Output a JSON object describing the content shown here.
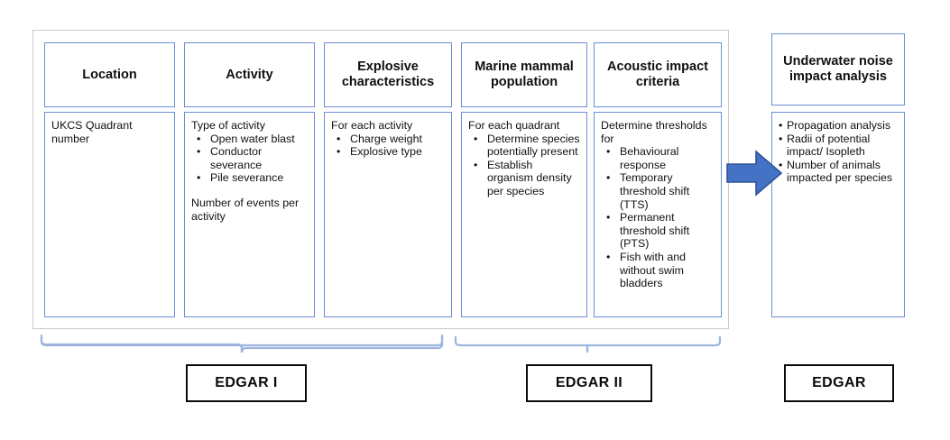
{
  "diagram": {
    "title_boxes": [
      {
        "id": "location",
        "label": "Location"
      },
      {
        "id": "activity",
        "label": "Activity"
      },
      {
        "id": "explosive",
        "label": "Explosive characteristics"
      },
      {
        "id": "marine",
        "label": "Marine mammal population"
      },
      {
        "id": "acoustic",
        "label": "Acoustic impact criteria"
      },
      {
        "id": "underwater",
        "label": "Underwater noise impact analysis"
      }
    ],
    "columns": [
      {
        "id": "location",
        "header": "Location",
        "lead": "UKCS Quadrant number",
        "bullets": [],
        "lead2": "",
        "bullet_style": "indent"
      },
      {
        "id": "activity",
        "header": "Activity",
        "lead": "Type of activity",
        "bullets": [
          "Open water blast",
          "Conductor severance",
          "Pile severance"
        ],
        "lead2": "Number of events per activity",
        "bullet_style": "indent"
      },
      {
        "id": "explosive",
        "header": "Explosive characteristics",
        "lead": "For each activity",
        "bullets": [
          "Charge weight",
          "Explosive type"
        ],
        "lead2": "",
        "bullet_style": "indent"
      },
      {
        "id": "marine",
        "header": "Marine mammal population",
        "lead": "For each quadrant",
        "bullets": [
          "Determine species potentially present",
          "Establish organism density per species"
        ],
        "lead2": "",
        "bullet_style": "indent"
      },
      {
        "id": "acoustic",
        "header": "Acoustic impact criteria",
        "lead": "Determine thresholds for",
        "bullets": [
          "Behavioural response",
          "Temporary threshold shift (TTS)",
          "Permanent threshold shift (PTS)",
          "Fish with and without swim bladders"
        ],
        "lead2": "",
        "bullet_style": "indent"
      },
      {
        "id": "underwater",
        "header": "Underwater noise impact analysis",
        "lead": "",
        "bullets": [
          "Propagation analysis",
          "Radii of potential impact/ Isopleth",
          "Number of animals impacted per species"
        ],
        "lead2": "",
        "bullet_style": "tight"
      }
    ],
    "stage_labels": [
      {
        "id": "edgar-1",
        "label": "EDGAR I"
      },
      {
        "id": "edgar-2",
        "label": "EDGAR II"
      },
      {
        "id": "edgar-3",
        "label": "EDGAR"
      }
    ],
    "arrow": {
      "name": "flow-arrow-right",
      "direction": "right"
    },
    "colors": {
      "box_border": "#6b8fd4",
      "frame_border": "#c9c9c9",
      "arrow_fill": "#4472c4",
      "arrow_stroke": "#2f5597",
      "brace": "#9db4de",
      "label_border": "#0a0a0a",
      "text": "#111111",
      "background": "#ffffff"
    }
  }
}
